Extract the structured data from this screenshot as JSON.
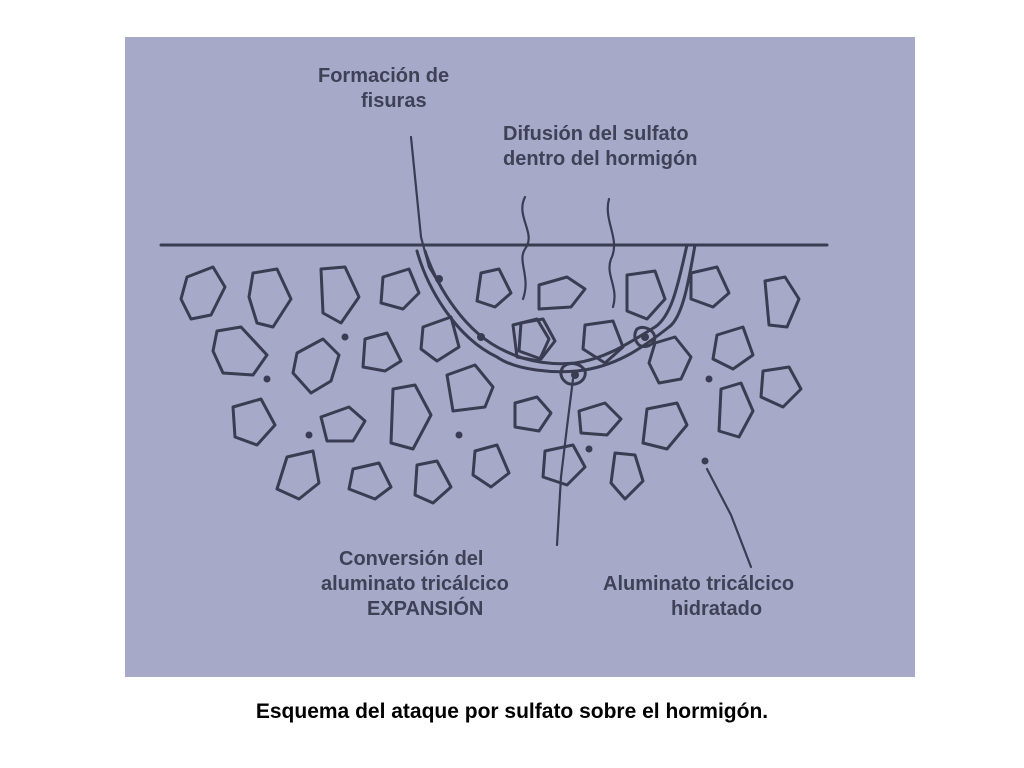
{
  "diagram": {
    "colors": {
      "background": "#a7a9c9",
      "ink": "#3a3c52"
    },
    "labels": {
      "fisuras": {
        "line1": "Formación de",
        "line2": "fisuras"
      },
      "difusion": {
        "line1": "Difusión del sulfato",
        "line2": "dentro del hormigón"
      },
      "conversion": {
        "line1": "Conversión del",
        "line2": "aluminato tricálcico",
        "line3": "EXPANSIÓN"
      },
      "aluminato": {
        "line1": "Aluminato tricálcico",
        "line2": "hidratado"
      }
    }
  },
  "caption": "Esquema del ataque por sulfato sobre el hormigón."
}
